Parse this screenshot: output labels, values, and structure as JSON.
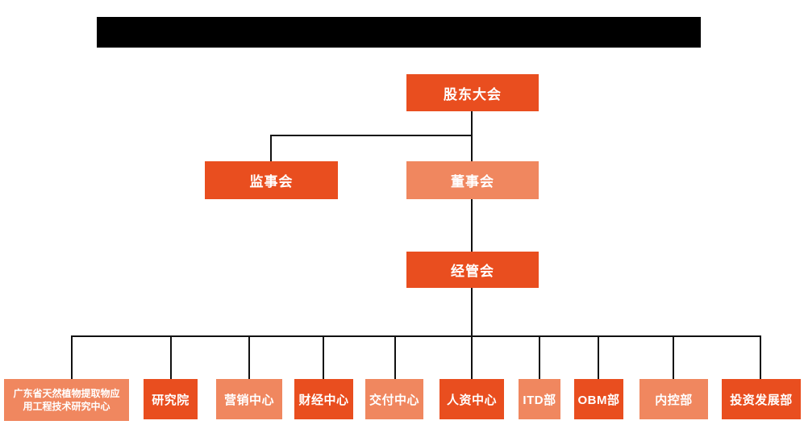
{
  "colors": {
    "primary": "#E94E1F",
    "secondary": "#F0875F",
    "connector": "#111111",
    "redaction": "#000000"
  },
  "org": {
    "shareholders": {
      "label": "股东大会"
    },
    "supervisory": {
      "label": "监事会"
    },
    "board": {
      "label": "董事会"
    },
    "management": {
      "label": "经管会"
    },
    "departments": [
      {
        "label": "广东省天然植物提取物应\n用工程技术研究中心"
      },
      {
        "label": "研究院"
      },
      {
        "label": "营销中心"
      },
      {
        "label": "财经中心"
      },
      {
        "label": "交付中心"
      },
      {
        "label": "人资中心"
      },
      {
        "label": "ITD部"
      },
      {
        "label": "OBM部"
      },
      {
        "label": "内控部"
      },
      {
        "label": "投资发展部"
      }
    ]
  }
}
